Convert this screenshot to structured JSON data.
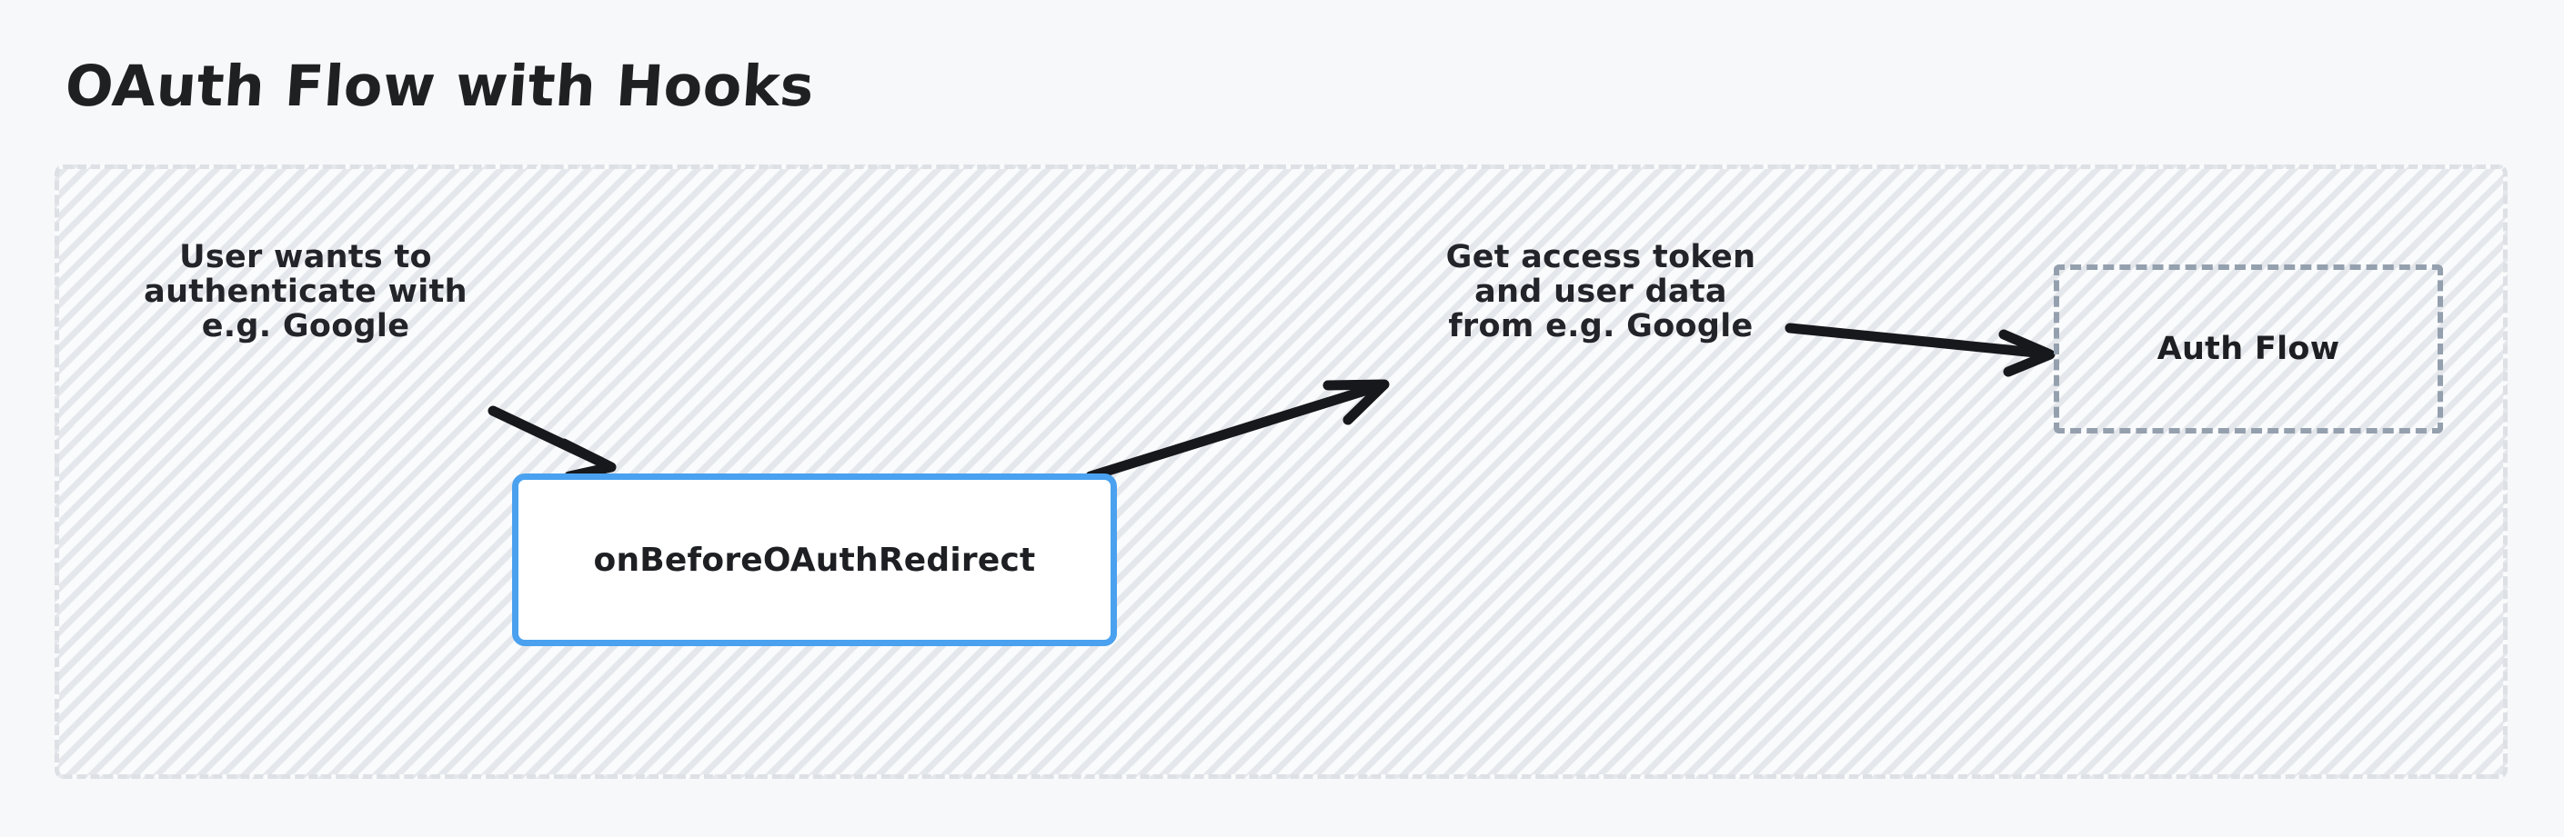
{
  "diagram": {
    "title": "OAuth Flow with Hooks",
    "type": "flowchart",
    "background_color": "#f7f8fa",
    "container": {
      "name": "flow-container",
      "border_style": "dashed",
      "border_color": "#dde0e5",
      "fill_pattern": "diagonal-hatch",
      "fill_color": "#fafbfc"
    },
    "nodes": [
      {
        "id": "on-before-oauth-redirect",
        "label": "onBeforeOAuthRedirect",
        "shape": "rounded-rectangle",
        "border_color": "#4aa1ef",
        "fill_color": "#ffffff",
        "text_color": "#1d1f23"
      },
      {
        "id": "auth-flow",
        "label": "Auth Flow",
        "shape": "dashed-rectangle",
        "border_color": "#95a0ae",
        "fill_color": "transparent",
        "text_color": "#1d1f23"
      }
    ],
    "edges": [
      {
        "id": "user-to-hook",
        "label": "User wants to\nauthenticate with\ne.g. Google",
        "from": "user",
        "to": "on-before-oauth-redirect",
        "color": "#16181c"
      },
      {
        "id": "hook-to-provider",
        "label": "Get access token\nand user data\nfrom e.g. Google",
        "from": "on-before-oauth-redirect",
        "to": "auth-flow",
        "color": "#16181c"
      }
    ]
  }
}
